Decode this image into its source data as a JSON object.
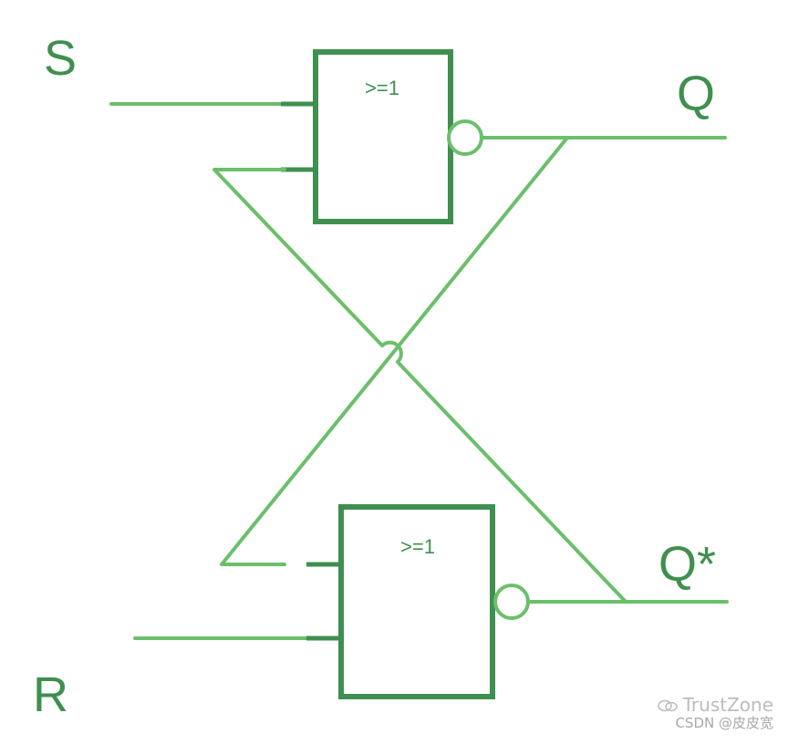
{
  "diagram": {
    "gates": [
      {
        "id": "upper",
        "label": ">=1",
        "type": "NOR"
      },
      {
        "id": "lower",
        "label": ">=1",
        "type": "NOR"
      }
    ],
    "labels": {
      "s": "S",
      "r": "R",
      "q": "Q",
      "q_star": "Q*"
    }
  },
  "watermark": {
    "line1": "TrustZone",
    "line2": "CSDN @皮皮宽",
    "icon": "wechat-icon"
  },
  "colors": {
    "wire": "#6bbf6b",
    "gate": "#3f8f4f",
    "text": "#3f8f4f"
  }
}
